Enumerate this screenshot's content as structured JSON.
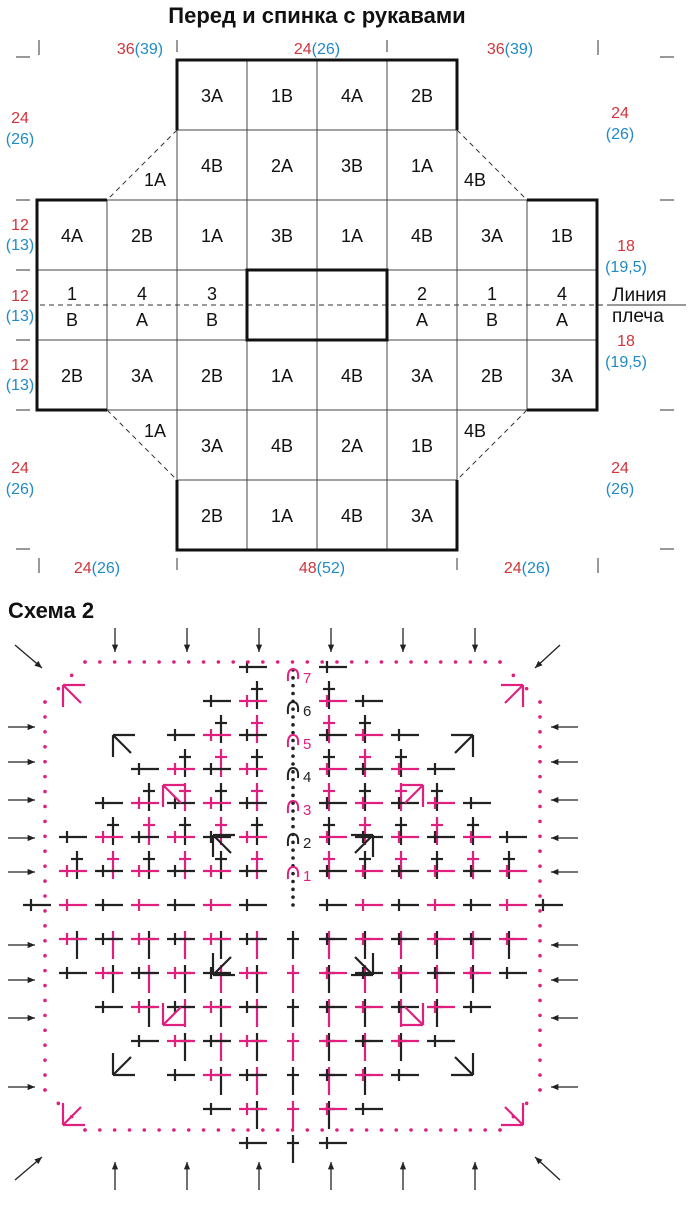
{
  "title": "Перед и спинка с рукавами",
  "scheme_title": "Схема 2",
  "colors": {
    "red": "#d1343b",
    "blue": "#1e8ac6",
    "pink": "#e0207f",
    "black": "#222222"
  },
  "grid": {
    "rows": [
      [
        "",
        "",
        "3A",
        "1B",
        "4A",
        "2B",
        "",
        ""
      ],
      [
        "",
        "1A",
        "4B",
        "2A",
        "3B",
        "1A",
        "4B",
        ""
      ],
      [
        "4A",
        "2B",
        "1A",
        "3B",
        "1A",
        "4B",
        "3A",
        "1B"
      ],
      [
        "1/B",
        "4/A",
        "3/B",
        "",
        "",
        "2/A",
        "1/B",
        "4/A"
      ],
      [
        "2B",
        "3A",
        "2B",
        "1A",
        "4B",
        "3A",
        "2B",
        "3A"
      ],
      [
        "",
        "1A",
        "3A",
        "4B",
        "2A",
        "1B",
        "4B",
        ""
      ],
      [
        "",
        "",
        "2B",
        "1A",
        "4B",
        "3A",
        "",
        ""
      ]
    ]
  },
  "dimensions": {
    "top_left": {
      "red": "36",
      "blue": "(39)"
    },
    "top_mid": {
      "red": "24",
      "blue": "(26)"
    },
    "top_right": {
      "red": "36",
      "blue": "(39)"
    },
    "left_1": {
      "red": "24",
      "blue": "(26)"
    },
    "left_2": {
      "red": "12",
      "blue": "(13)"
    },
    "left_3": {
      "red": "12",
      "blue": "(13)"
    },
    "left_4": {
      "red": "12",
      "blue": "(13)"
    },
    "left_5": {
      "red": "24",
      "blue": "(26)"
    },
    "right_1": {
      "red": "24",
      "blue": "(26)"
    },
    "right_2": {
      "red": "18",
      "blue": "(19,5)"
    },
    "right_3": {
      "red": "18",
      "blue": "(19,5)"
    },
    "right_4": {
      "red": "24",
      "blue": "(26)"
    },
    "bottom_left": {
      "red": "24",
      "blue": "(26)"
    },
    "bottom_mid": {
      "red": "48",
      "blue": "(52)"
    },
    "bottom_right": {
      "red": "24",
      "blue": "(26)"
    }
  },
  "shoulder_line": {
    "line1": "Линия",
    "line2": "плеча"
  },
  "row_numbers": [
    "1",
    "2",
    "3",
    "4",
    "5",
    "6",
    "7"
  ]
}
